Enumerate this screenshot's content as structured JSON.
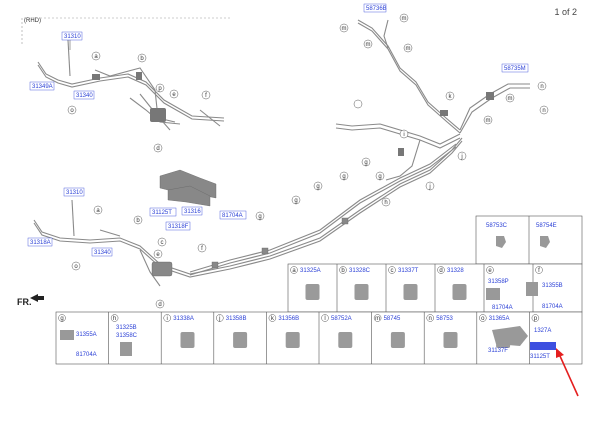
{
  "page_indicator": "1 of 2",
  "rhd_label": "(RHD)",
  "fr_label": "FR.",
  "part_callouts": {
    "p31310_top": "31310",
    "p31349A": "31349A",
    "p31340_top": "31340",
    "p58736B": "58736B",
    "p58735M": "58735M",
    "p31310_mid": "31310",
    "p31318A": "31318A",
    "p31340_mid": "31340",
    "p31125T_mid": "31125T",
    "p31316": "31316",
    "p31318F": "31318F",
    "p81704A_mid": "81704A"
  },
  "legend_row1": [
    {
      "letter": "a",
      "part": "31325A"
    },
    {
      "letter": "b",
      "part": "31328C"
    },
    {
      "letter": "c",
      "part": "31337T"
    },
    {
      "letter": "d",
      "part": "31328"
    },
    {
      "letter": "e",
      "part": ""
    },
    {
      "letter": "f",
      "part": ""
    }
  ],
  "legend_row2": [
    {
      "letter": "g",
      "part": ""
    },
    {
      "letter": "h",
      "part": ""
    },
    {
      "letter": "i",
      "part": "31338A"
    },
    {
      "letter": "j",
      "part": "31358B"
    },
    {
      "letter": "k",
      "part": "31356B"
    },
    {
      "letter": "l",
      "part": "58752A"
    },
    {
      "letter": "m",
      "part": "58745"
    },
    {
      "letter": "n",
      "part": "58753"
    },
    {
      "letter": "o",
      "part": "31365A"
    },
    {
      "letter": "p",
      "part": ""
    }
  ],
  "legend_top_right": {
    "a": "58753C",
    "b": "58754E"
  },
  "legend_e": {
    "a": "31358P",
    "b": "81704A"
  },
  "legend_f": {
    "a": "31355B",
    "b": "81704A"
  },
  "legend_g": {
    "a": "31355A",
    "b": "81704A"
  },
  "legend_h": {
    "a": "31325B",
    "b": "31358C"
  },
  "legend_p": {
    "a": "1327A",
    "b": "31137F",
    "c": "31125T",
    "d": ""
  },
  "circle_letters": {
    "b": "b",
    "c": "c",
    "d": "d",
    "e": "e",
    "f": "f",
    "g": "g",
    "h": "h",
    "i": "i",
    "j": "j",
    "k": "k",
    "m": "m",
    "n": "n",
    "o": "o",
    "a": "a",
    "p": "p"
  },
  "accent_colors": {
    "callout": "#2a3fd6",
    "arrow": "#e41f1f",
    "line": "#8a8a8a"
  }
}
